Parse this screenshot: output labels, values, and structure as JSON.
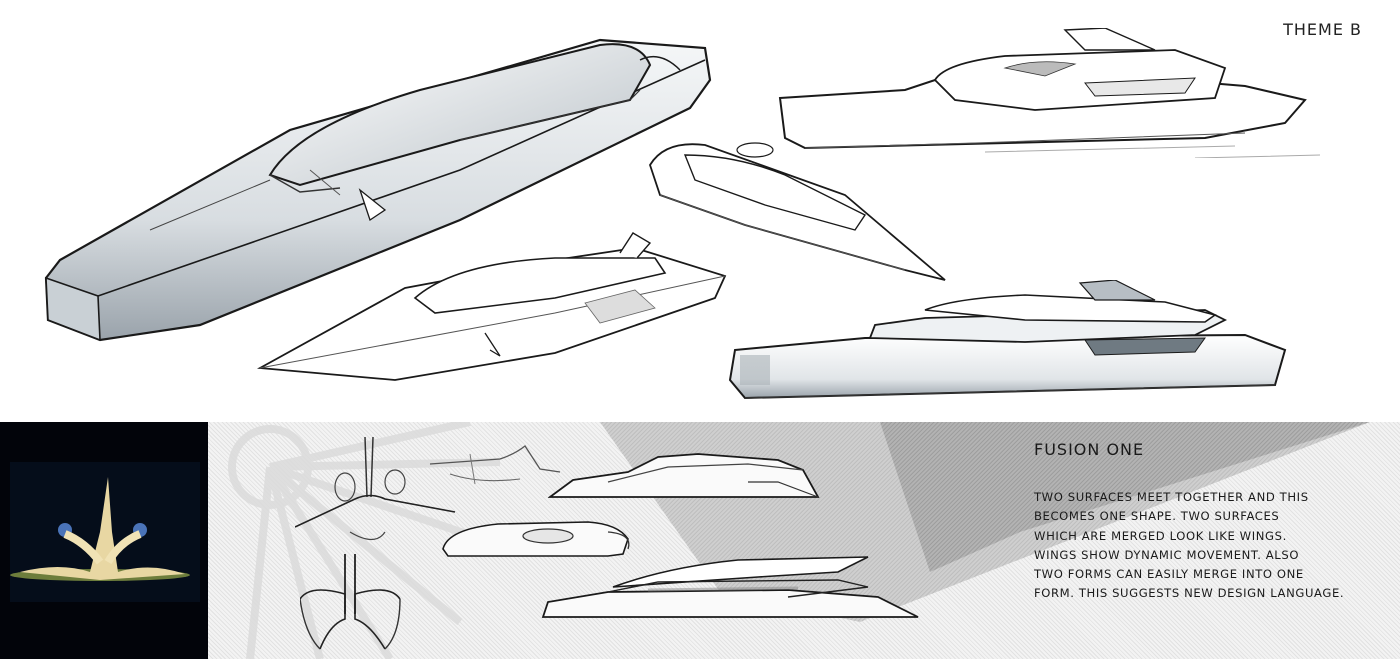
{
  "board": {
    "title": "THEME B",
    "section": {
      "title": "FUSION ONE",
      "description_lines": [
        "TWO SURFACES MEET TOGETHER AND THIS",
        "BECOMES ONE SHAPE. TWO SURFACES",
        "WHICH ARE MERGED LOOK LIKE WINGS.",
        "WINGS SHOW DYNAMIC MOVEMENT. ALSO",
        "TWO FORMS CAN EASILY MERGE INTO ONE",
        "FORM. THIS SUGGESTS NEW DESIGN LANGUAGE."
      ]
    },
    "top_sketches": [
      {
        "name": "large-shaded-yacht-perspective",
        "style": "shaded"
      },
      {
        "name": "side-view-yacht-top",
        "style": "line"
      },
      {
        "name": "small-yacht-perspective",
        "style": "line"
      },
      {
        "name": "wing-deck-yacht-perspective",
        "style": "line"
      },
      {
        "name": "shaded-side-view-yacht-bottom",
        "style": "shaded"
      }
    ],
    "bottom_sketches": [
      {
        "name": "wing-form-thumbnail"
      },
      {
        "name": "abstract-wing-figure"
      },
      {
        "name": "hull-cross-section"
      },
      {
        "name": "layered-yacht-top"
      },
      {
        "name": "capsule-yacht-middle"
      },
      {
        "name": "layered-yacht-bottom"
      }
    ],
    "inspiration_photo": {
      "subject": "two mirrored acrobats performing"
    },
    "colors": {
      "background": "#ffffff",
      "stripe_light": "#f3f3f3",
      "stripe_dark": "#e2e2e2",
      "wedge": "#a9a9a9",
      "photo_bg": "#02040a",
      "ink": "#1a1a1a",
      "shade": "#9aa3ab"
    }
  }
}
